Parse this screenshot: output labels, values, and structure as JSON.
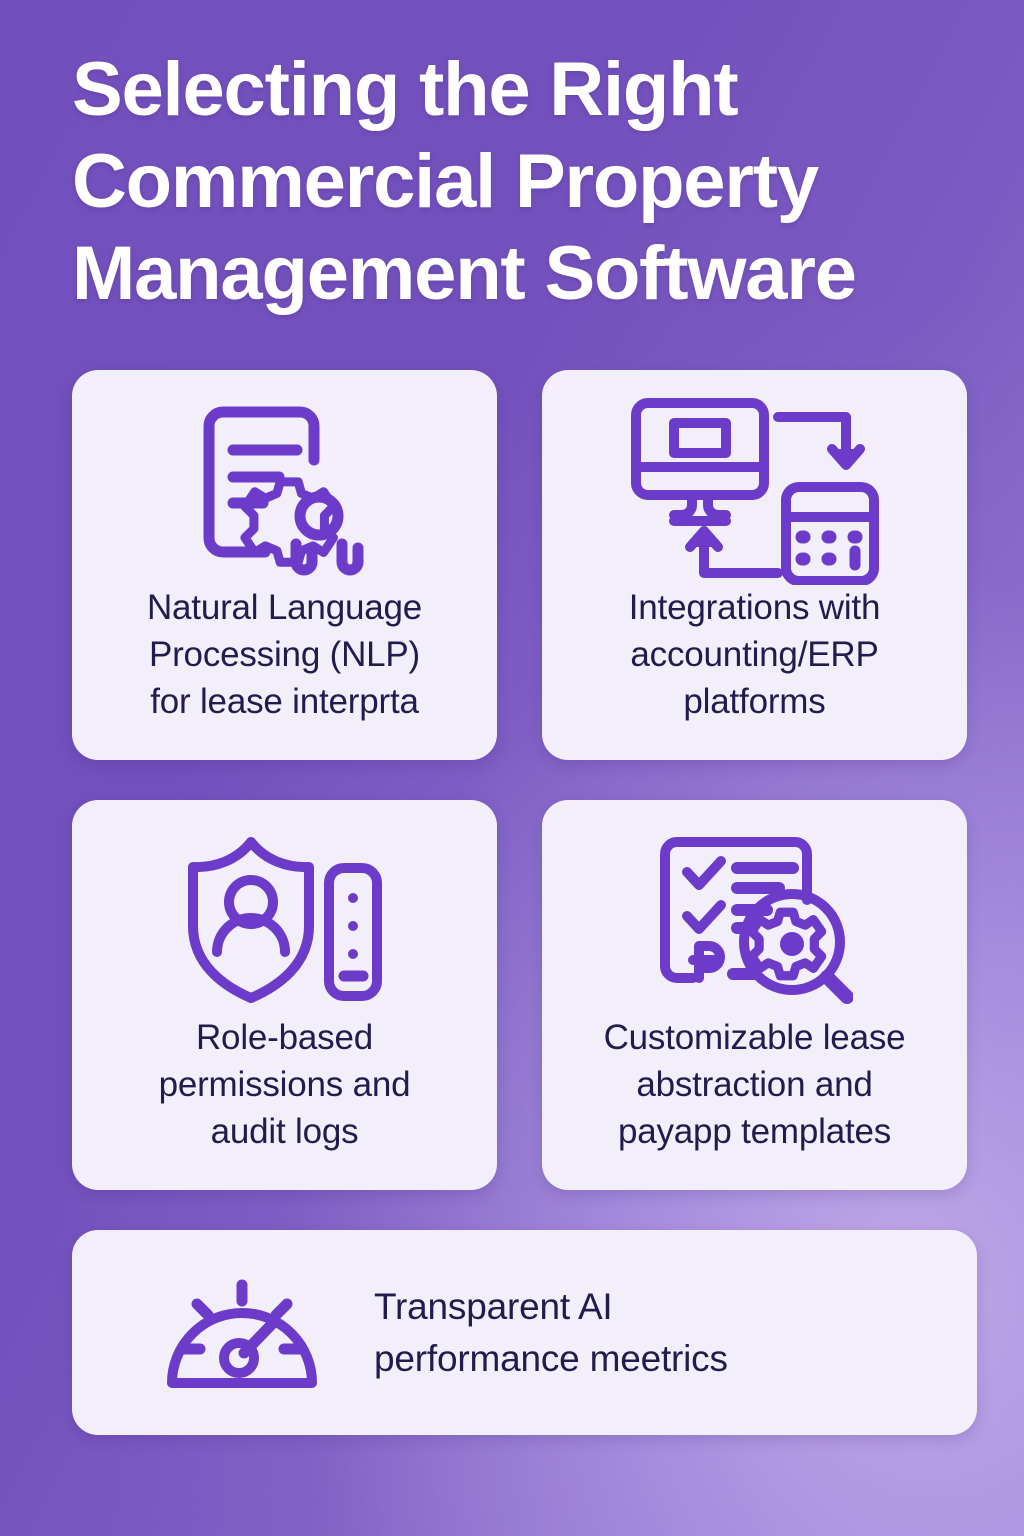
{
  "poster": {
    "title_lines": [
      "Selecting the Right",
      "Commercial Property",
      "Management Software"
    ],
    "colors": {
      "background_start": "#7351bd",
      "background_end": "#ad95e2",
      "card_background": "#f2effb",
      "icon_stroke": "#6d3bc9",
      "title_text": "#ffffff",
      "card_text": "#241b4d"
    }
  },
  "cards": [
    {
      "icon": "document-gear-icon",
      "label": "Natural Language\nProcessing (NLP)\nfor lease interprta"
    },
    {
      "icon": "monitor-calculator-sync-icon",
      "label": "Integrations with\naccounting/ERP\nplatforms"
    },
    {
      "icon": "shield-person-audit-log-icon",
      "label": "Role-based\npermissions and\naudit logs"
    },
    {
      "icon": "checklist-magnifier-gear-icon",
      "label": "Customizable lease\nabstraction and\npayapp templates"
    },
    {
      "icon": "speedometer-gauge-icon",
      "label": "Transparent AI\nperformance meetrics"
    }
  ]
}
